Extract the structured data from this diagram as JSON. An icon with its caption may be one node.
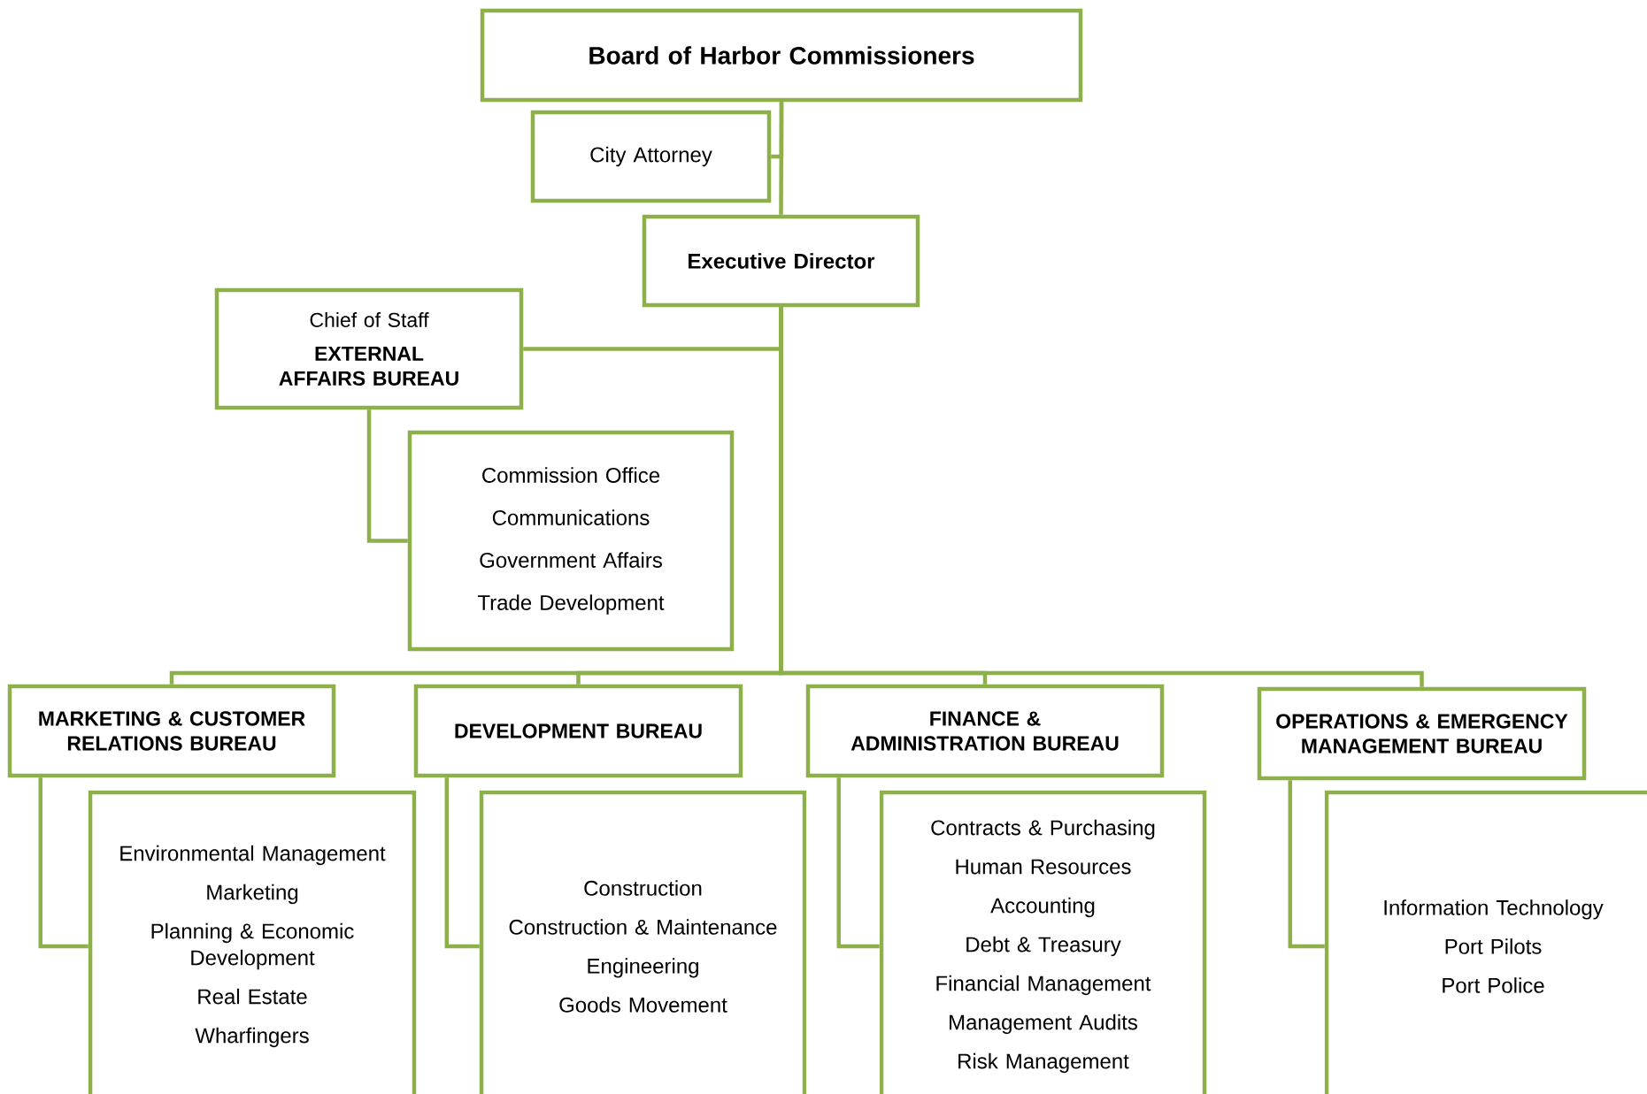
{
  "diagram": {
    "nodes": [
      {
        "text": [
          "Board of Harbor Commissioners"
        ]
      },
      {
        "text": [
          "City Attorney"
        ]
      },
      {
        "text": [
          "Executive Director"
        ]
      },
      {
        "text": [
          "Chief of Staff",
          "EXTERNAL AFFAIRS BUREAU"
        ]
      },
      {
        "text": [
          "Commission Office",
          "Communications",
          "Government Affairs",
          "Trade Development"
        ]
      },
      {
        "text": [
          "MARKETING & CUSTOMER RELATIONS BUREAU"
        ]
      },
      {
        "text": [
          "Environmental Management",
          "Marketing",
          "Planning & Economic Development",
          "Real Estate",
          "Wharfingers"
        ]
      },
      {
        "text": [
          "DEVELOPMENT BUREAU"
        ]
      },
      {
        "text": [
          "Construction",
          "Construction & Maintenance",
          "Engineering",
          "Goods Movement"
        ]
      },
      {
        "text": [
          "FINANCE & ADMINISTRATION BUREAU"
        ]
      },
      {
        "text": [
          "Contracts & Purchasing",
          "Human Resources",
          "Accounting",
          "Debt & Treasury",
          "Financial Management",
          "Management Audits",
          "Risk Management"
        ]
      },
      {
        "text": [
          "OPERATIONS & EMERGENCY MANAGEMENT BUREAU"
        ]
      },
      {
        "text": [
          "Information Technology",
          "Port Pilots",
          "Port Police"
        ]
      }
    ],
    "edges": [
      {
        "from": 0,
        "to": 1,
        "arrow": "none"
      },
      {
        "from": 0,
        "to": 2,
        "arrow": "none"
      },
      {
        "from": 2,
        "to": 3,
        "arrow": "none"
      },
      {
        "from": 3,
        "to": 4,
        "arrow": "none"
      },
      {
        "from": 2,
        "to": 5,
        "arrow": "none"
      },
      {
        "from": 2,
        "to": 7,
        "arrow": "none"
      },
      {
        "from": 2,
        "to": 9,
        "arrow": "none"
      },
      {
        "from": 2,
        "to": 11,
        "arrow": "none"
      },
      {
        "from": 5,
        "to": 6,
        "arrow": "none"
      },
      {
        "from": 7,
        "to": 8,
        "arrow": "none"
      },
      {
        "from": 9,
        "to": 10,
        "arrow": "none"
      },
      {
        "from": 11,
        "to": 12,
        "arrow": "none"
      }
    ]
  }
}
